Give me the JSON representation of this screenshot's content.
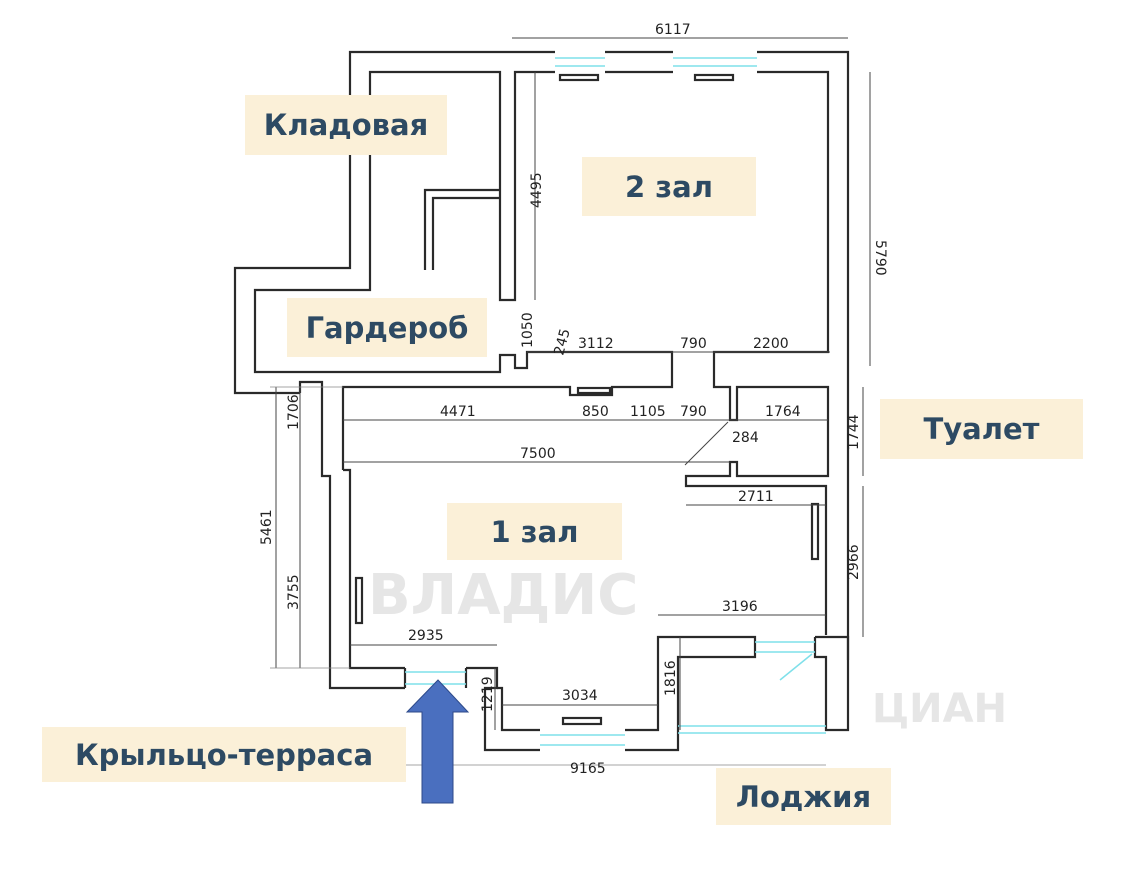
{
  "rooms": {
    "storage": "Кладовая",
    "hall2": "2 зал",
    "wardrobe": "Гардероб",
    "toilet": "Туалет",
    "hall1": "1 зал",
    "porch": "Крыльцо-терраса",
    "loggia": "Лоджия"
  },
  "watermarks": {
    "vladis": "ВЛАДИС",
    "cian": "ЦИАН"
  },
  "dimensions": {
    "top_width": "6117",
    "hall2_height": "4495",
    "right_upper": "5790",
    "d1050": "1050",
    "d245": "245",
    "d3112": "3112",
    "d790a": "790",
    "d2200": "2200",
    "d4471": "4471",
    "d850": "850",
    "d1105": "1105",
    "d790b": "790",
    "d1764": "1764",
    "d284": "284",
    "d7500": "7500",
    "d1744": "1744",
    "d1706": "1706",
    "d5461": "5461",
    "d3755": "3755",
    "d2711": "2711",
    "d2966": "2966",
    "d3196": "3196",
    "d2935": "2935",
    "d3034": "3034",
    "d1219": "1219",
    "d1816": "1816",
    "d9165": "9165"
  },
  "colors": {
    "label_bg": "#fbf0d8",
    "label_text": "#2d4a63",
    "arrow": "#4a6fbf",
    "window": "#7fe0ea"
  }
}
